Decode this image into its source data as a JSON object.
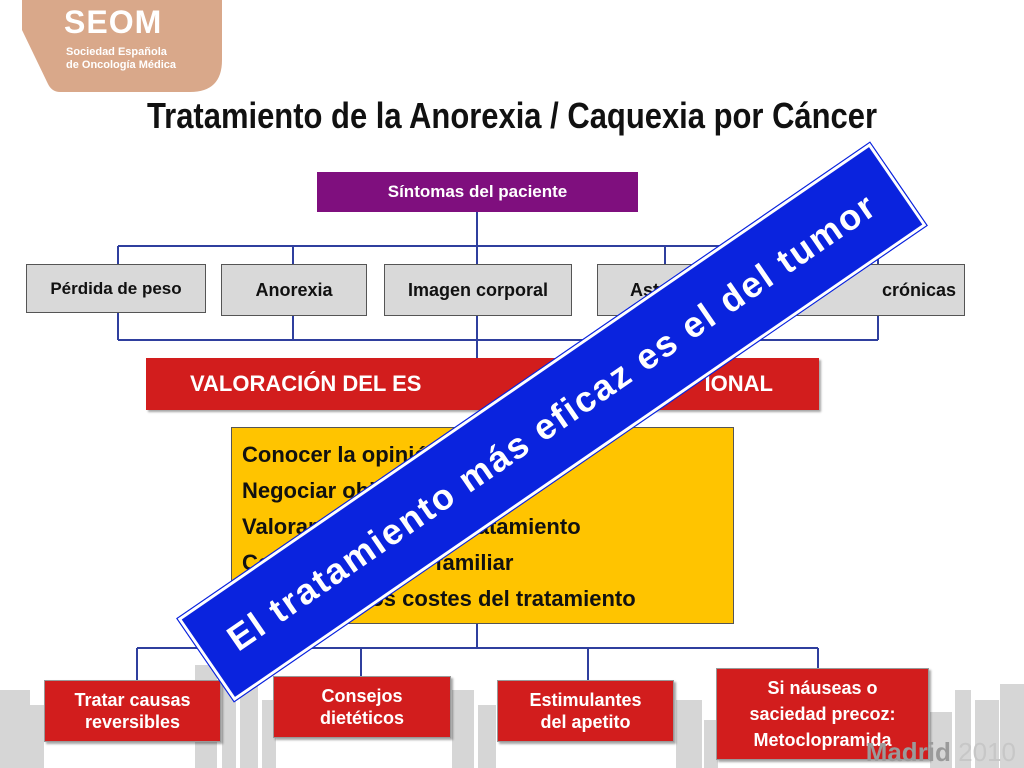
{
  "logo": {
    "name": "SEOM",
    "subtitle_line1": "Sociedad Española",
    "subtitle_line2": "de Oncología Médica"
  },
  "title": "Tratamiento de la Anorexia / Caquexia por Cáncer",
  "top_box": "Síntomas del paciente",
  "symptoms": [
    "Pérdida de peso",
    "Anorexia",
    "Imagen corporal",
    "Ast",
    "crónicas"
  ],
  "assessment_bar": "VALORACIÓN DEL ESTADO NUTRICIONAL",
  "assessment_bar_visible": {
    "left": "VALORACIÓN DEL ES",
    "right": "IONAL"
  },
  "yellow_lines": [
    "Conocer la opinión del enfermo",
    "Negociar objetivos reales",
    "Valorar pronóstico y tratamiento",
    "Considerar apoyo familiar",
    "Considerar los costes del tratamiento"
  ],
  "actions": [
    {
      "line1": "Tratar causas",
      "line2": "reversibles"
    },
    {
      "line1": "Consejos",
      "line2": "dietéticos"
    },
    {
      "line1": "Estimulantes",
      "line2": "del apetito"
    },
    {
      "line1": "Si náuseas o",
      "line2": "saciedad precoz:",
      "line3": "Metoclopramida"
    }
  ],
  "banner": "El tratamiento más eficaz es el del tumor",
  "footer": {
    "city": "Madrid",
    "year": "2010"
  },
  "colors": {
    "purple": "#7f0f7e",
    "red": "#d21d1d",
    "yellow": "#ffc400",
    "blue_banner": "#0a23de",
    "connector": "#2f3f9e",
    "grey_box": "#d9d9d9"
  }
}
